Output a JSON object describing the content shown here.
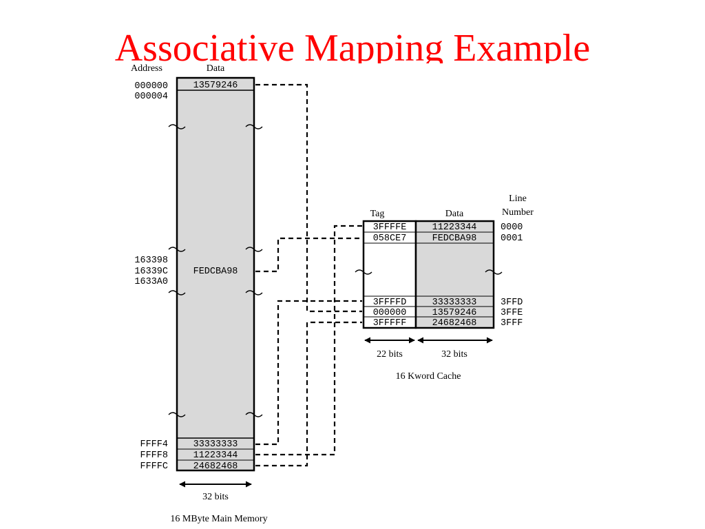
{
  "title": "Associative Mapping Example",
  "colors": {
    "title": "#ff0000",
    "memory_fill": "#d9d9d9",
    "line": "#000000"
  },
  "main_memory": {
    "address_header": "Address",
    "data_header": "Data",
    "top_addresses": [
      "000000",
      "000004"
    ],
    "top_data": "13579246",
    "middle_addresses": [
      "163398",
      "16339C",
      "1633A0"
    ],
    "middle_data": "FEDCBA98",
    "bottom_rows": [
      {
        "address": "FFFF4",
        "data": "33333333"
      },
      {
        "address": "FFFF8",
        "data": "11223344"
      },
      {
        "address": "FFFFC",
        "data": "24682468"
      }
    ],
    "width_label": "32 bits",
    "caption": "16 MByte Main Memory"
  },
  "cache": {
    "tag_header": "Tag",
    "data_header": "Data",
    "line_header": [
      "Line",
      "Number"
    ],
    "top_rows": [
      {
        "tag": "3FFFFE",
        "data": "11223344",
        "line": "0000"
      },
      {
        "tag": "058CE7",
        "data": "FEDCBA98",
        "line": "0001"
      }
    ],
    "bottom_rows": [
      {
        "tag": "3FFFFD",
        "data": "33333333",
        "line": "3FFD"
      },
      {
        "tag": "000000",
        "data": "13579246",
        "line": "3FFE"
      },
      {
        "tag": "3FFFFF",
        "data": "24682468",
        "line": "3FFF"
      }
    ],
    "tag_width_label": "22 bits",
    "data_width_label": "32 bits",
    "caption": "16 Kword Cache"
  }
}
